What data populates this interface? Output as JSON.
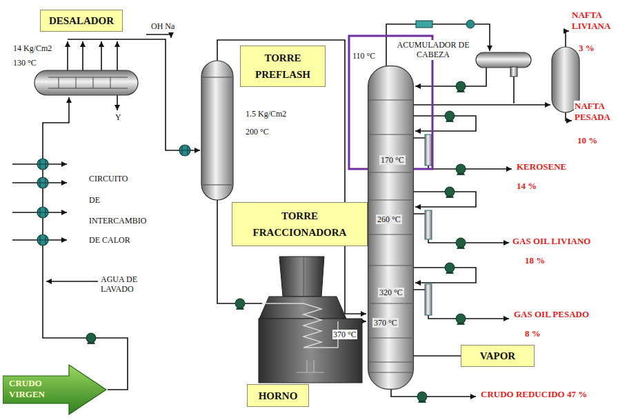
{
  "diagram": {
    "nodes": [
      {
        "text": [
          "DESALADOR"
        ]
      },
      {
        "text": [
          "TORRE PREFLASH"
        ]
      },
      {
        "text": [
          "TORRE FRACCIONADORA"
        ]
      },
      {
        "text": [
          "HORNO"
        ]
      },
      {
        "text": [
          "VAPOR"
        ]
      },
      {
        "text": [
          "CRUDO VIRGEN"
        ]
      },
      {
        "text": [
          "170 °C",
          "260 °C",
          "320 °C",
          "370 °C"
        ]
      }
    ],
    "edges": [
      {
        "from": 4,
        "to": 6,
        "arrow": "none"
      }
    ],
    "labels": [
      "14 Kg/Cm2",
      "130 °C",
      "OH Na",
      "Y",
      "CIRCUITO",
      "DE",
      "INTERCAMBIO",
      "DE CALOR",
      "AGUA DE LAVADO",
      "1.5 Kg/Cm2",
      "200 °C",
      "110 °C",
      "ACUMULADOR DE CABEZA",
      "370 °C",
      "NAFTA LIVIANA",
      "3 %",
      "NAFTA PESADA",
      "10 %",
      "KEROSENE",
      "14 %",
      "GAS OIL LIVIANO",
      "18 %",
      "GAS OIL PESADO",
      "8 %",
      "CRUDO REDUCIDO 47 %"
    ]
  }
}
